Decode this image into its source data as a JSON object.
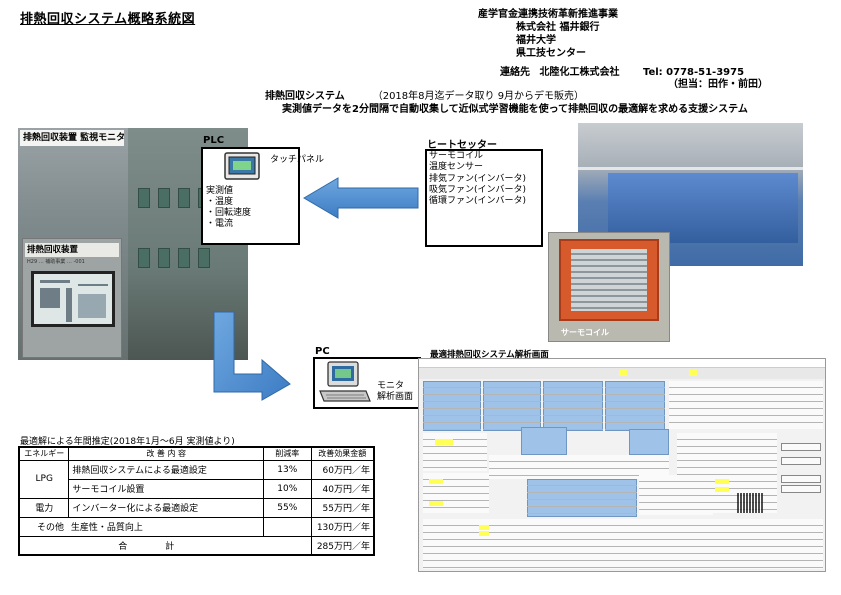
{
  "title": "排熱回収システム概略系統図",
  "organization": {
    "lines": [
      "産学官金連携技術革新推進事業",
      "株式会社 福井銀行",
      "福井大学",
      "県工技センター"
    ],
    "contact_label": "連絡先",
    "company": "北陸化工株式会社",
    "tel": "Tel: 0778-51-3975",
    "person": "（担当：田作・前田）"
  },
  "system": {
    "name": "排熱回収システム",
    "note": "（2018年8月迄データ取り 9月からデモ販売）",
    "description": "実測値データを2分間隔で自動収集して近似式学習機能を使って排熱回収の最適解を求める支援システム"
  },
  "photos": {
    "monitor_sign": "排熱回収装置 監視モニタ",
    "cabinet_sign": "排熱回収装置",
    "cabinet_sign_small": "H29 … 補助事業 … -001",
    "coil_label": "サーモコイル"
  },
  "plc": {
    "label": "PLC",
    "touch_panel": "タッチパネル",
    "measured_title": "実測値",
    "measured_items": [
      "・温度",
      "・回転速度",
      "・電流"
    ]
  },
  "heat_setter": {
    "label": "ヒートセッター",
    "items": [
      "サーモコイル",
      "温度センサー",
      "排気ファン(インバータ)",
      "吸気ファン(インバータ)",
      "循環ファン(インバータ)"
    ]
  },
  "pc": {
    "label": "PC",
    "text": [
      "モニタ",
      "解析画面"
    ]
  },
  "analysis_caption": "最適排熱回収システム解析画面",
  "table": {
    "title": "最適解による年間推定(2018年1月～6月 実測値より)",
    "headers": [
      "エネルギー",
      "改 善 内 容",
      "削減率",
      "改善効果金額"
    ],
    "rows": [
      {
        "energy": "LPG",
        "content": "排熱回収システムによる最適設定",
        "rate": "13%",
        "amount": "60万円／年"
      },
      {
        "energy": "",
        "content": "サーモコイル設置",
        "rate": "10%",
        "amount": "40万円／年"
      },
      {
        "energy": "電力",
        "content": "インバーター化による最適設定",
        "rate": "55%",
        "amount": "55万円／年"
      },
      {
        "energy": "その他",
        "content": "生産性・品質向上",
        "rate": "",
        "amount": "130万円／年"
      }
    ],
    "total_label": "合計",
    "total_amount": "285万円／年"
  }
}
